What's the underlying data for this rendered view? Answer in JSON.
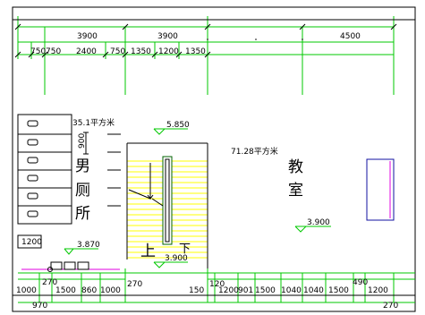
{
  "drawing": {
    "top_dims_row1": [
      "3900",
      "3900",
      "4500"
    ],
    "top_dims_row2": [
      "750",
      "750",
      "2400",
      "750",
      "1350",
      "1200",
      "1350"
    ],
    "area_toilet": "35.1平方米",
    "area_classroom": "71.28平方米",
    "dim_900": "900",
    "dim_1200": "1200",
    "restroom_chars": [
      "男",
      "厕",
      "所"
    ],
    "classroom_chars": [
      "教",
      "室"
    ],
    "stair_up": "上",
    "stair_down": "下",
    "elev_5850": "5.850",
    "elev_3870": "3.870",
    "elev_3900_room": "3.900",
    "elev_3900_stair": "3.900",
    "bottom_dims_left": [
      "1000",
      "1500",
      "860",
      "1000"
    ],
    "bottom_dims_left_above": "270",
    "bottom_dims_left_below": "970",
    "bottom_270": "270",
    "bottom_dims_right": [
      "150",
      "1200",
      "901",
      "1500",
      "1040",
      "1040",
      "1500",
      "1200"
    ],
    "bottom_dims_right_above": [
      "120",
      "490"
    ],
    "bottom_dims_right_below": "270",
    "colors": {
      "grid": "#00c800",
      "axis": "#000000",
      "stair": "#ffff00",
      "stair_dark": "#b8a000",
      "magenta": "#e000e0",
      "window": "#1010a0"
    }
  }
}
